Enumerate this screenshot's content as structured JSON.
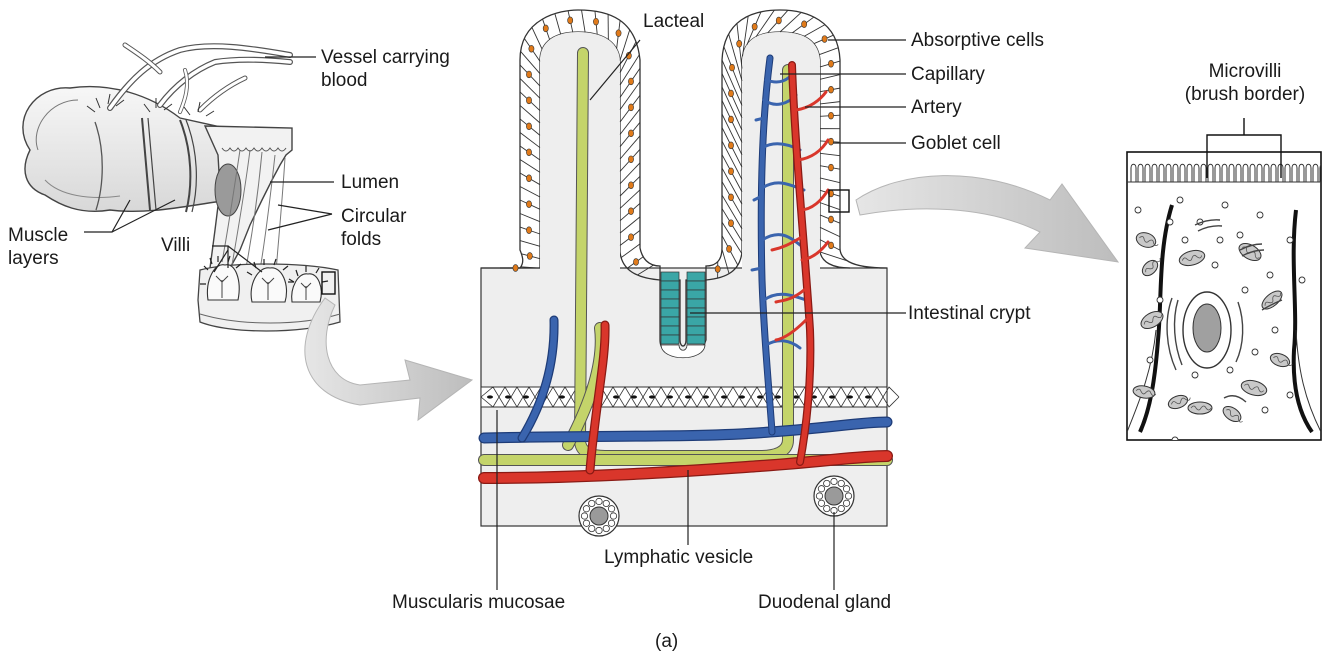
{
  "labels": {
    "vessel_carrying_blood": [
      "Vessel carrying",
      "blood"
    ],
    "lumen": "Lumen",
    "circular_folds": [
      "Circular",
      "folds"
    ],
    "muscle_layers": [
      "Muscle",
      "layers"
    ],
    "villi": "Villi",
    "lacteal": "Lacteal",
    "absorptive_cells": "Absorptive cells",
    "capillary": "Capillary",
    "artery": "Artery",
    "goblet_cell": "Goblet cell",
    "intestinal_crypt": "Intestinal crypt",
    "lymphatic_vesicle": "Lymphatic vesicle",
    "muscularis_mucosae": "Muscularis mucosae",
    "duodenal_gland": "Duodenal gland",
    "microvilli": [
      "Microvilli",
      "(brush border)"
    ]
  },
  "panel_caption": "(a)",
  "colors": {
    "lacteal": "#c4d46a",
    "capillary": "#3a64ae",
    "artery": "#d9362b",
    "crypt_cells": "#3aa6a6",
    "nucleus": "#e07a1a",
    "tissue": "#eeeeee",
    "arrow": "#c8c8c8"
  }
}
